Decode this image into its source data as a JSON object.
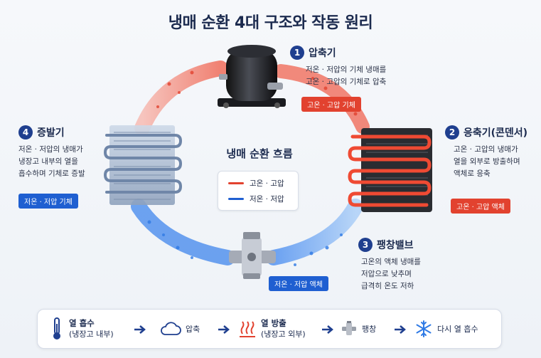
{
  "title": "냉매 순환 4대 구조와 작동 원리",
  "center_title": "냉매 순환 흐름",
  "legend": {
    "hot": {
      "label": "고온 · 고압",
      "color": "#e2422f"
    },
    "cold": {
      "label": "저온 · 저압",
      "color": "#1f5fd1"
    }
  },
  "steps": [
    {
      "num": "1",
      "name": "압축기",
      "desc": [
        "저온 · 저압의 기체 냉매를",
        "고온 · 고압의 기체로 압축"
      ],
      "tag": "고온 · 고압 기체"
    },
    {
      "num": "2",
      "name": "응축기(콘덴서)",
      "desc": [
        "고온 · 고압의 냉매가",
        "열을 외부로 방출하며",
        "액체로 응축"
      ],
      "tag": "고온 · 고압 액체"
    },
    {
      "num": "3",
      "name": "팽창밸브",
      "desc": [
        "고온의 액체 냉매를",
        "저압으로 낮추며",
        "급격히 온도 저하"
      ],
      "tag": "저온 · 저압 액체"
    },
    {
      "num": "4",
      "name": "증발기",
      "desc": [
        "저온 · 저압의 냉매가",
        "냉장고 내부의 열을",
        "흡수하며 기체로 증발"
      ],
      "tag": "저온 · 저압 기체"
    }
  ],
  "bottom_flow": [
    {
      "icon": "thermometer-icon",
      "label": "열 흡수",
      "sub": "(냉장고 내부)"
    },
    {
      "icon": "cloud-icon",
      "label": "압축",
      "sub": ""
    },
    {
      "icon": "heat-waves-icon",
      "label": "열 방출",
      "sub": "(냉장고 외부)"
    },
    {
      "icon": "valve-icon",
      "label": "팽창",
      "sub": ""
    },
    {
      "icon": "snowflake-icon",
      "label": "다시 열 흡수",
      "sub": ""
    }
  ]
}
